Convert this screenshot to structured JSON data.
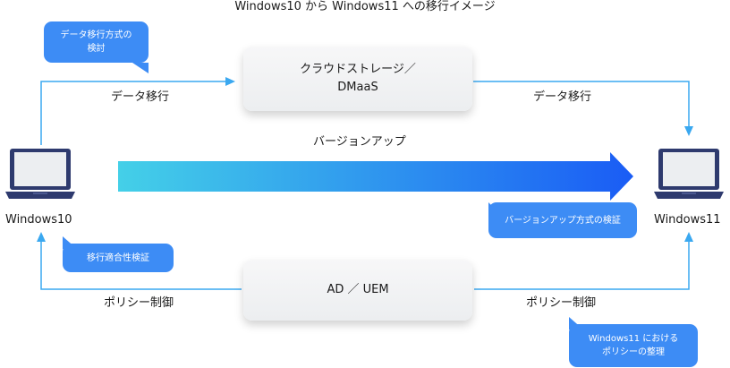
{
  "title": "Windows10 から Windows11 への移行イメージ",
  "devices": {
    "source": "Windows10",
    "target": "Windows11"
  },
  "top_path": {
    "box_line1": "クラウドストレージ／",
    "box_line2": "DMaaS",
    "left_label": "データ移行",
    "right_label": "データ移行"
  },
  "middle": {
    "arrow_label": "バージョンアップ"
  },
  "bottom_path": {
    "box_label": "AD ／ UEM",
    "left_label": "ポリシー制御",
    "right_label": "ポリシー制御"
  },
  "bubbles": {
    "data_migration_line1": "データ移行方式の",
    "data_migration_line2": "検討",
    "upgrade_method": "バージョンアップ方式の検証",
    "compatibility": "移行適合性検証",
    "policy_line1": "Windows11 における",
    "policy_line2": "ポリシーの整理"
  },
  "colors": {
    "line": "#3aa8f0",
    "arrow_start": "#44d0e8",
    "arrow_end": "#1a5cf5",
    "bubble": "#3d8cf5",
    "laptop_frame": "#2e3a6e"
  }
}
